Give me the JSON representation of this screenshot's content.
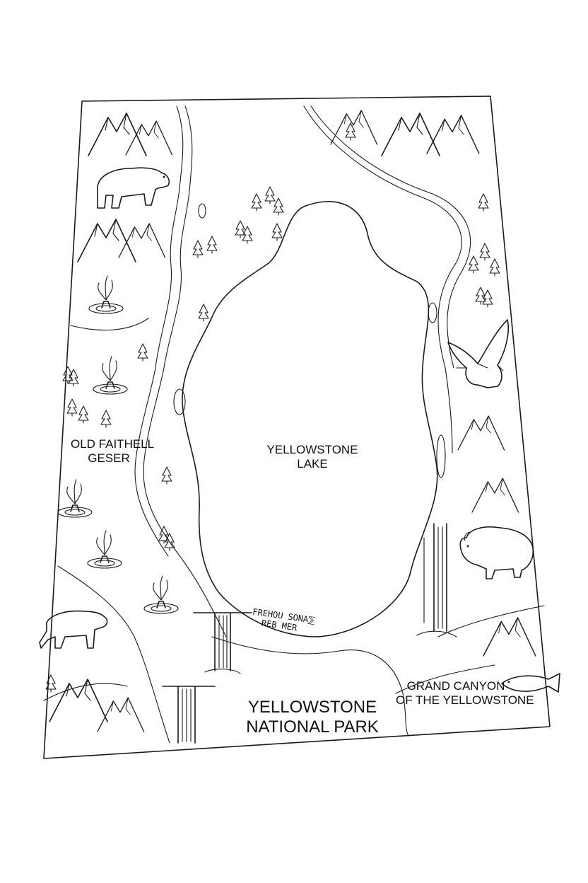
{
  "labels": {
    "old_faithful": "OLD FAITHELL\nGESER",
    "lake": "YELLOWSTONE\nLAKE",
    "park_title": "YELLOWSTONE\nNATIONAL PARK",
    "grand_canyon": "GRAND CANYON\nOF THE YELLOWSTONE",
    "mirrored_note": "FREHOU SONA⅀\nREB MER"
  },
  "colors": {
    "ink": "#1a1a1a",
    "paper": "#ffffff"
  },
  "icons": {
    "bear": "bear-icon",
    "bison": "bison-icon",
    "eagle": "eagle-icon",
    "wolf": "wolf-icon",
    "fish": "trout-icon",
    "geyser": "geyser-icon",
    "waterfall": "waterfall-icon",
    "mountain": "mountain-icon",
    "tree": "pine-tree-icon"
  }
}
